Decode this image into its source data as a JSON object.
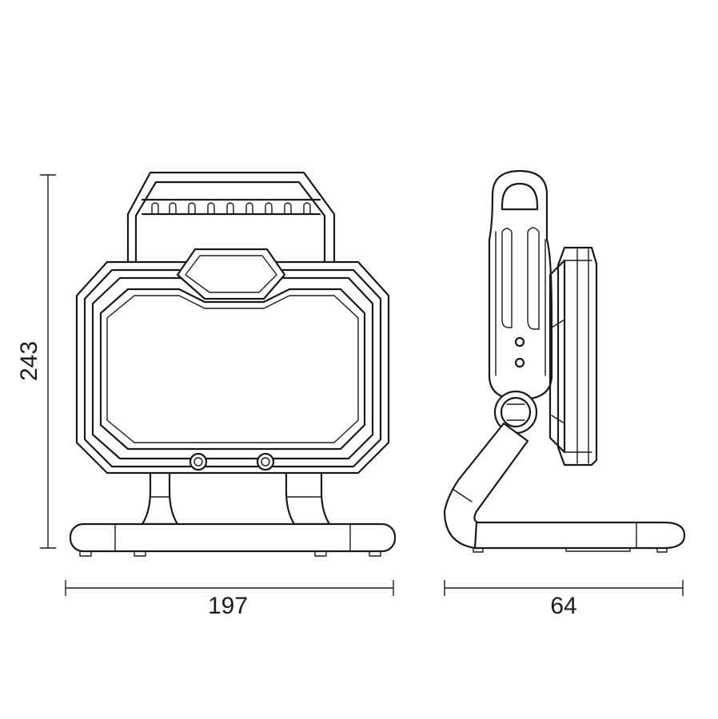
{
  "dimensions": {
    "height_label": "243",
    "front_width_label": "197",
    "side_depth_label": "64"
  },
  "colors": {
    "line": "#1a1a1a",
    "background": "#ffffff"
  }
}
